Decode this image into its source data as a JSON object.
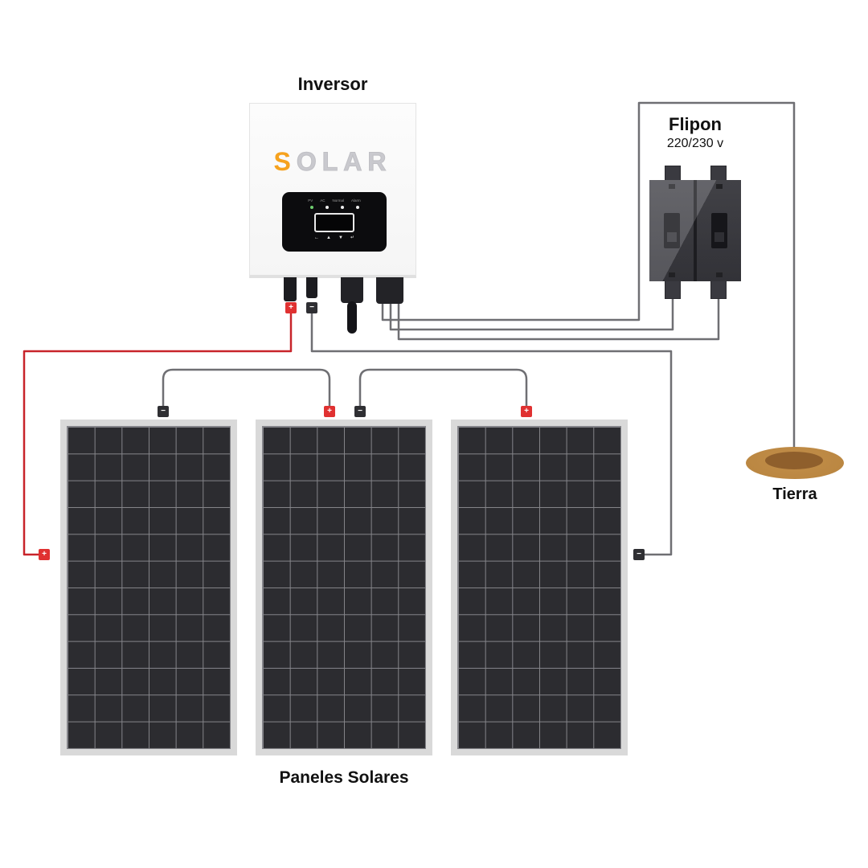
{
  "labels": {
    "inverter": "Inversor",
    "breaker": "Flipon",
    "breaker_voltage": "220/230 v",
    "ground": "Tierra",
    "panels": "Paneles Solares"
  },
  "inverter": {
    "logo_first_letter": "S",
    "logo_rest": "OLAR",
    "display": {
      "indicator_labels": [
        "PV",
        "AC",
        "Normal",
        "Alarm"
      ],
      "button_glyphs": [
        "←",
        "▲",
        "▼",
        "↵"
      ]
    }
  },
  "connectors": {
    "plus": "+",
    "minus": "−"
  },
  "colors": {
    "wire_gray": "#6f6f73",
    "wire_red": "#c8242a",
    "plus_red": "#e03131",
    "minus_dark": "#2f2f33",
    "panel_frame": "#d9d9d9",
    "panel_cell": "#2c2c30",
    "panel_grid": "#85858a",
    "logo_orange": "#f6a21e",
    "logo_gray": "#c9c9ce",
    "ground_outer": "#b8843f",
    "ground_inner": "#8f5f2c"
  }
}
